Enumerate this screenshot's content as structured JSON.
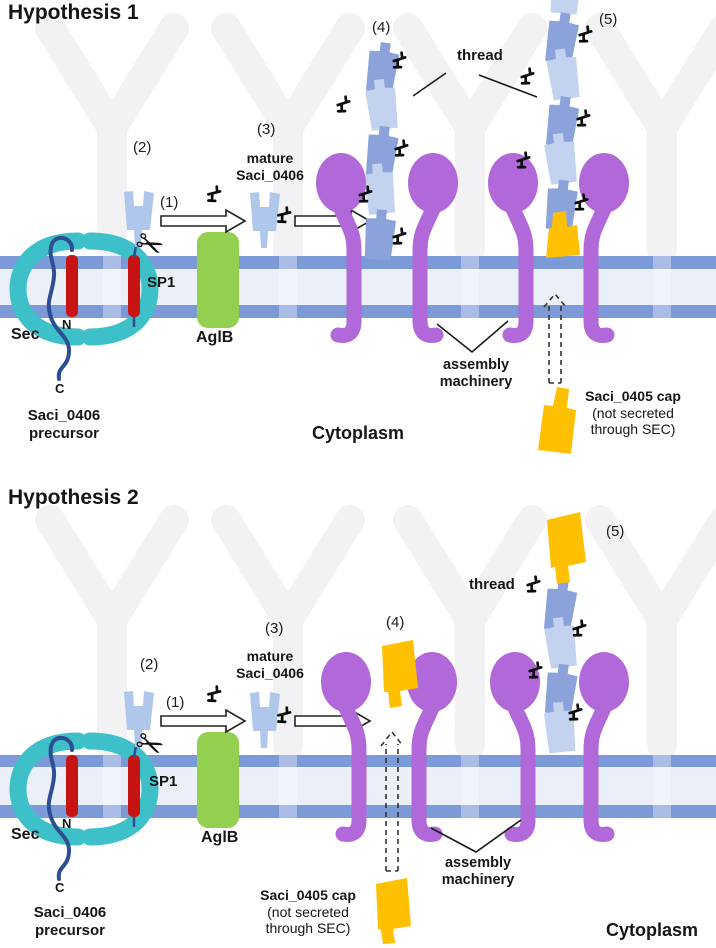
{
  "colors": {
    "membrane_bar": "#7C99D8",
    "membrane_inner": "#EAEFF8",
    "sec_teal": "#3EC0C9",
    "helix_red": "#C81313",
    "aglb_green": "#93D04F",
    "machinery_purple": "#B169D9",
    "subunit_blue": "#AFC7EA",
    "thread_dark": "#8BA3DA",
    "thread_light": "#C3D2EE",
    "cap_orange": "#FFC001",
    "precursor_navy": "#2E4E93",
    "watermark_gray": "#F2F2F4"
  },
  "icons": {
    "scissors": "✂"
  },
  "hypothesis1": {
    "title": "Hypothesis 1",
    "steps": {
      "s1": "(1)",
      "s2": "(2)",
      "s3": "(3)",
      "s4": "(4)",
      "s5": "(5)"
    },
    "labels": {
      "sec": "Sec",
      "n": "N",
      "c": "C",
      "precursor_l1": "Saci_0406",
      "precursor_l2": "precursor",
      "sp1": "SP1",
      "aglb": "AglB",
      "mature_l1": "mature",
      "mature_l2": "Saci_0406",
      "thread": "thread",
      "assembly_l1": "assembly",
      "assembly_l2": "machinery",
      "cap_l1": "Saci_0405 cap",
      "cap_l2": "(not secreted",
      "cap_l3": "through SEC)",
      "cytoplasm": "Cytoplasm"
    }
  },
  "hypothesis2": {
    "title": "Hypothesis 2",
    "steps": {
      "s1": "(1)",
      "s2": "(2)",
      "s3": "(3)",
      "s4": "(4)",
      "s5": "(5)"
    },
    "labels": {
      "sec": "Sec",
      "n": "N",
      "c": "C",
      "precursor_l1": "Saci_0406",
      "precursor_l2": "precursor",
      "sp1": "SP1",
      "aglb": "AglB",
      "mature_l1": "mature",
      "mature_l2": "Saci_0406",
      "thread": "thread",
      "assembly_l1": "assembly",
      "assembly_l2": "machinery",
      "cap_l1": "Saci_0405 cap",
      "cap_l2": "(not secreted",
      "cap_l3": "through SEC)",
      "cytoplasm": "Cytoplasm"
    }
  }
}
